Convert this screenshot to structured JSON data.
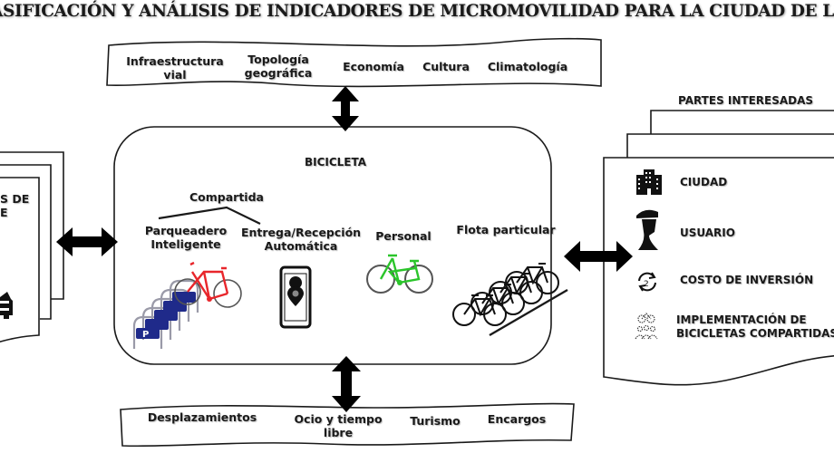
{
  "title": "CLASIFICACIÓN Y ANÁLISIS DE INDICADORES DE MICROMOVILIDAD PARA LA CIUDAD DE LOJA",
  "top_factors": [
    {
      "label": "Infraestructura\nvial"
    },
    {
      "label": "Topología\ngeográfica"
    },
    {
      "label": "Economía"
    },
    {
      "label": "Cultura"
    },
    {
      "label": "Climatología"
    }
  ],
  "center": {
    "title": "BICICLETA",
    "shared": {
      "label": "Compartida",
      "children": [
        {
          "label": "Parqueadero\nInteligente",
          "icon": "bike-parking-rack-icon"
        },
        {
          "label": "Entrega/Recepción\nAutomática",
          "icon": "smartphone-location-icon"
        }
      ]
    },
    "personal": {
      "label": "Personal",
      "icon": "green-bicycle-icon"
    },
    "fleet": {
      "label": "Flota particular",
      "icon": "bicycle-fleet-icon"
    }
  },
  "left_panel": {
    "label_line1": "S DE",
    "label_line2": "E",
    "icon": "car-icon"
  },
  "right_panel": {
    "heading": "PARTES INTERESADAS",
    "items": [
      {
        "label": "CIUDAD",
        "icon": "city-buildings-icon"
      },
      {
        "label": "USUARIO",
        "icon": "cyclist-user-icon"
      },
      {
        "label": "COSTO DE INVERSIÓN",
        "icon": "investment-cycle-icon"
      },
      {
        "label": "IMPLEMENTACIÓN DE\nBICICLETAS COMPARTIDAS",
        "icon": "shared-bikes-people-icon"
      }
    ]
  },
  "bottom_uses": [
    {
      "label": "Desplazamientos"
    },
    {
      "label": "Ocio y tiempo\nlibre"
    },
    {
      "label": "Turismo"
    },
    {
      "label": "Encargos"
    }
  ],
  "colors": {
    "stroke": "#1a1a1a",
    "parking_sign": "#1f2a8a",
    "shared_bike": "#e8262b",
    "personal_bike": "#2bc52b"
  }
}
